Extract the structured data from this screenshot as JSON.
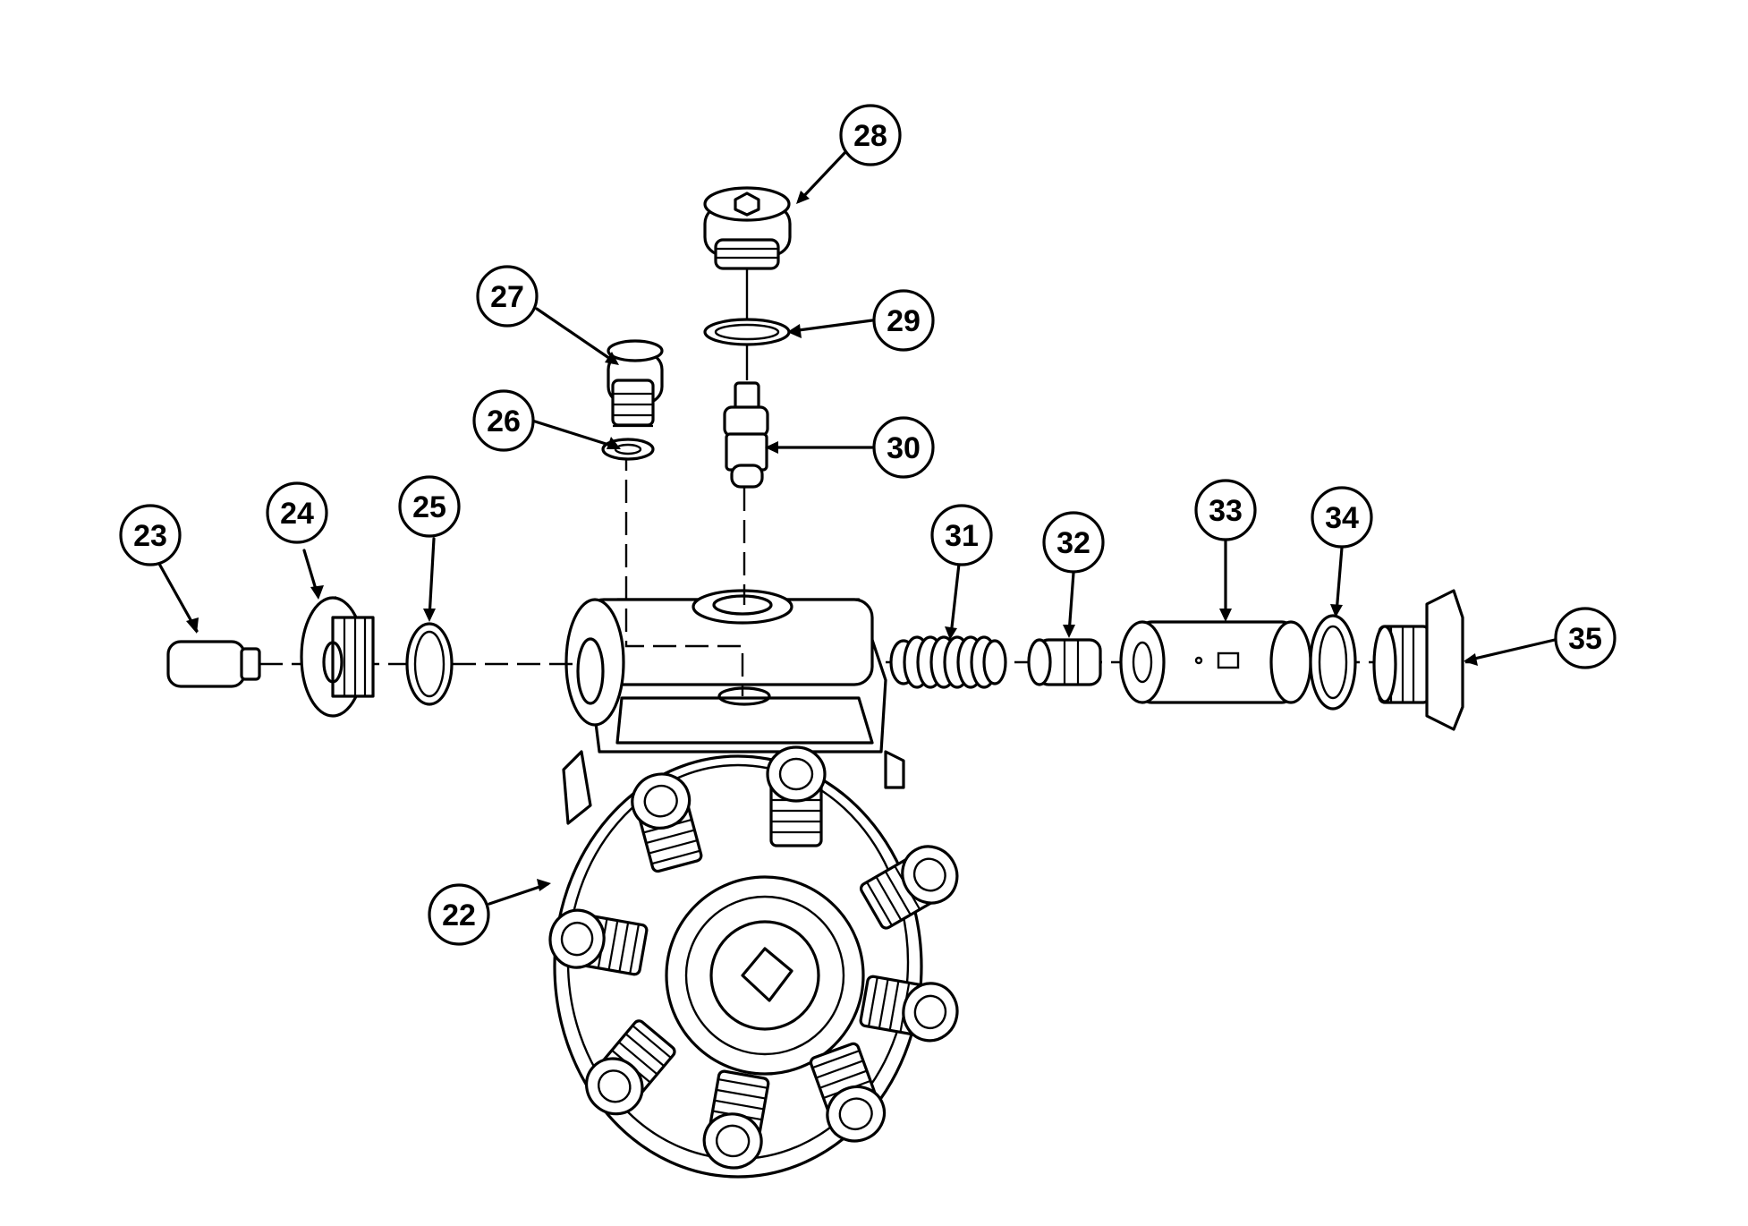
{
  "diagram": {
    "callouts": [
      {
        "id": "22",
        "label": "22"
      },
      {
        "id": "23",
        "label": "23"
      },
      {
        "id": "24",
        "label": "24"
      },
      {
        "id": "25",
        "label": "25"
      },
      {
        "id": "26",
        "label": "26"
      },
      {
        "id": "27",
        "label": "27"
      },
      {
        "id": "28",
        "label": "28"
      },
      {
        "id": "29",
        "label": "29"
      },
      {
        "id": "30",
        "label": "30"
      },
      {
        "id": "31",
        "label": "31"
      },
      {
        "id": "32",
        "label": "32"
      },
      {
        "id": "33",
        "label": "33"
      },
      {
        "id": "34",
        "label": "34"
      },
      {
        "id": "35",
        "label": "35"
      }
    ]
  }
}
